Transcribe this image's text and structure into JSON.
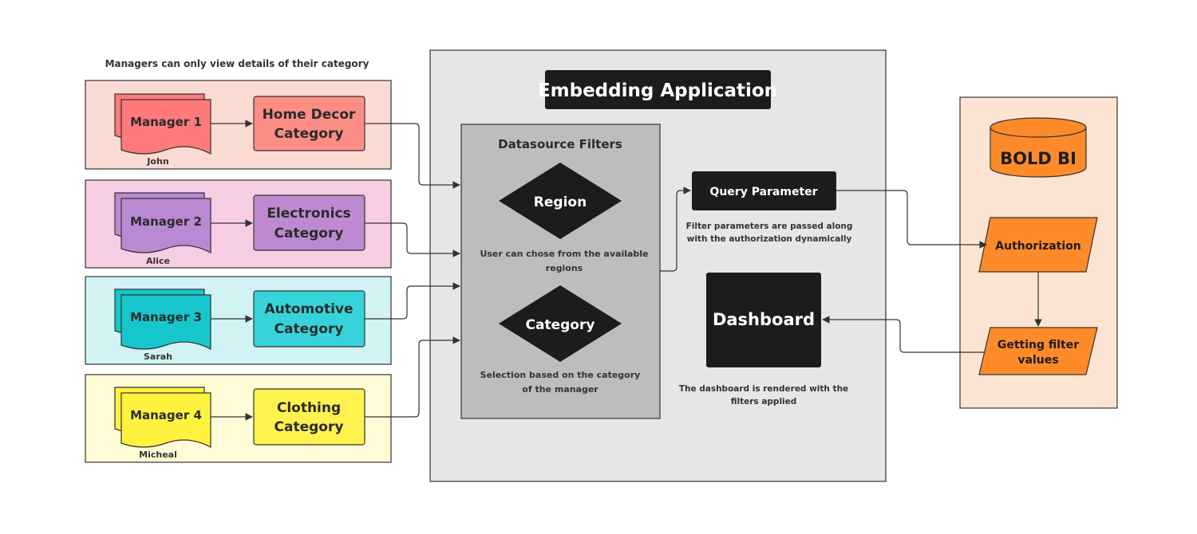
{
  "managers_note": "Managers can only view details of their category",
  "managers": [
    {
      "label": "Manager 1",
      "person": "John",
      "category_line1": "Home Decor",
      "category_line2": "Category",
      "band_color": "#fadbd3",
      "doc_color": "#ff7a7a",
      "cat_color": "#fb8d85"
    },
    {
      "label": "Manager 2",
      "person": "Alice",
      "category_line1": "Electronics",
      "category_line2": "Category",
      "band_color": "#f6cde3",
      "doc_color": "#b98ad3",
      "cat_color": "#bd8ad1"
    },
    {
      "label": "Manager 3",
      "person": "Sarah",
      "category_line1": "Automotive",
      "category_line2": "Category",
      "band_color": "#d1f3f4",
      "doc_color": "#15c7cd",
      "cat_color": "#36d4da"
    },
    {
      "label": "Manager 4",
      "person": "Micheal",
      "category_line1": "Clothing",
      "category_line2": "Category",
      "band_color": "#fffbd6",
      "doc_color": "#fef23f",
      "cat_color": "#fff24f"
    }
  ],
  "embedding": {
    "title": "Embedding Application",
    "datasource_filters": {
      "title": "Datasource Filters",
      "region": {
        "label": "Region",
        "note_line1": "User can chose from the available",
        "note_line2": "regions"
      },
      "category": {
        "label": "Category",
        "note_line1": "Selection based on the category",
        "note_line2": "of the manager"
      }
    },
    "query_parameter": {
      "label": "Query Parameter",
      "note_line1": "Filter parameters  are passed along",
      "note_line2": "with the authorization dynamically"
    },
    "dashboard": {
      "label": "Dashboard",
      "note_line1": "The dashboard is rendered with the",
      "note_line2": "filters applied"
    }
  },
  "boldbi": {
    "label": "BOLD BI",
    "authorization": "Authorization",
    "getting_filter_line1": "Getting filter",
    "getting_filter_line2": "values"
  },
  "colors": {
    "dark": "#1c1c1c",
    "embedding_bg": "#e6e6e6",
    "datasource_bg": "#bdbdbd",
    "boldbi_bg": "#fde4d2",
    "orange": "#ff8a2a",
    "connector": "#333333"
  }
}
